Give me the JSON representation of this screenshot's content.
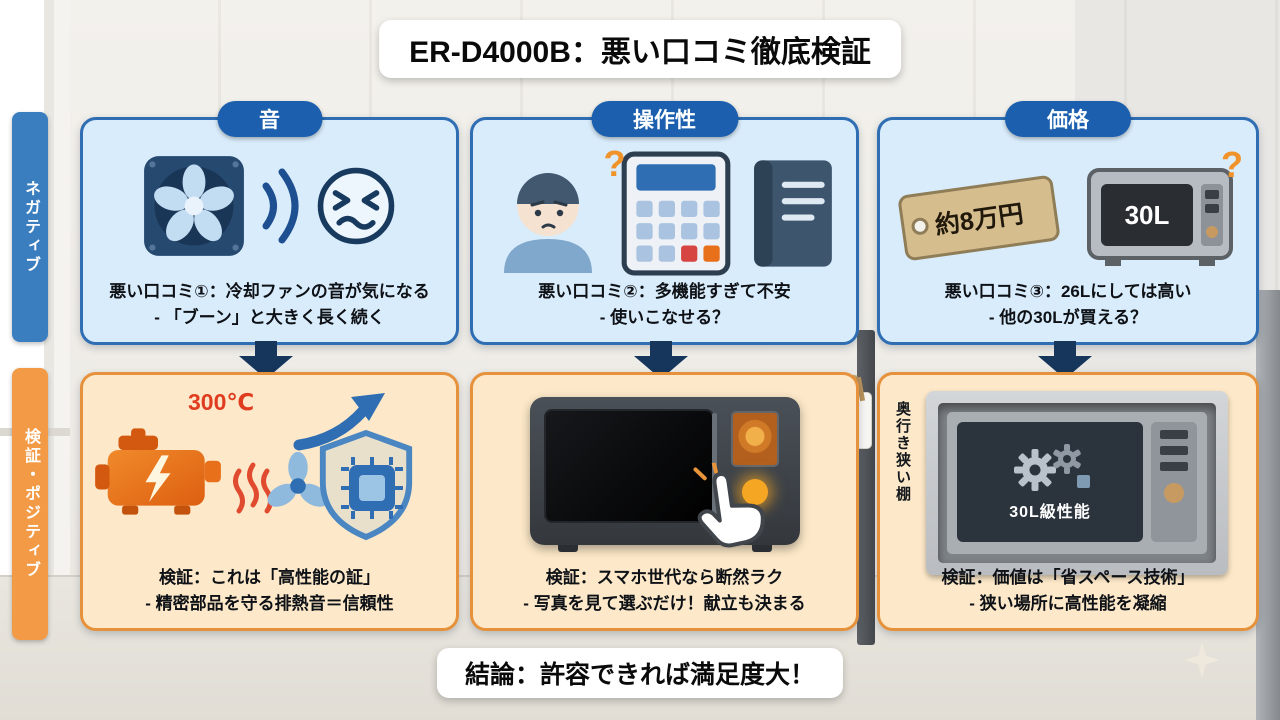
{
  "title": "ER-D4000B：悪い口コミ徹底検証",
  "conclusion": "結論：許容できれば満足度大！",
  "side_tabs": {
    "negative": "ネガティブ",
    "positive": "検証・ポジティブ"
  },
  "columns": [
    {
      "header": "音",
      "negative": {
        "line1": "悪い口コミ①：冷却ファンの音が気になる",
        "line2": "- 「ブーン」と大きく長く続く"
      },
      "positive": {
        "line1": "検証：これは「高性能の証」",
        "line2": "- 精密部品を守る排熱音＝信頼性"
      },
      "labels": {
        "temp": "300℃"
      }
    },
    {
      "header": "操作性",
      "negative": {
        "line1": "悪い口コミ②：多機能すぎて不安",
        "line2": "- 使いこなせる？"
      },
      "positive": {
        "line1": "検証：スマホ世代なら断然ラク",
        "line2": "- 写真を見て選ぶだけ！献立も決まる"
      },
      "labels": {
        "question": "?"
      }
    },
    {
      "header": "価格",
      "negative": {
        "line1": "悪い口コミ③：26Lにしては高い",
        "line2": "- 他の30Lが買える？"
      },
      "positive": {
        "line1": "検証：価値は「省スペース技術」",
        "line2": "- 狭い場所に高性能を凝縮"
      },
      "labels": {
        "price": "約8万円",
        "capacity": "30L",
        "question": "?",
        "shelf": "奥行き狭い棚",
        "performance": "30L級性能"
      }
    }
  ],
  "icons": {
    "sound_negative": [
      "cooling-fan-icon",
      "sound-waves-icon",
      "annoyed-face-icon"
    ],
    "usability_negative": [
      "confused-person-icon",
      "control-panel-icon",
      "manual-book-icon"
    ],
    "price_negative": [
      "price-tag-icon",
      "microwave-icon"
    ],
    "sound_positive": [
      "engine-icon",
      "heat-waves-icon",
      "fan-blade-icon",
      "up-arrow-icon",
      "shield-icon",
      "cpu-chip-icon"
    ],
    "usability_positive": [
      "touch-microwave-icon",
      "tap-hand-icon"
    ],
    "price_positive": [
      "shelf-niche-icon",
      "gears-icon"
    ],
    "decoration": [
      "sparkle-icon"
    ]
  },
  "colors": {
    "header_blue": "#1b5fae",
    "negative_card": "#d9ecfb",
    "negative_border": "#2f6eb3",
    "positive_card": "#fde9c9",
    "positive_border": "#e6923c",
    "arrow_navy": "#16365c",
    "tab_blue": "#3b7ec0",
    "tab_orange": "#f29a45",
    "accent_orange": "#f0932b",
    "temp_red": "#e03c1f"
  }
}
